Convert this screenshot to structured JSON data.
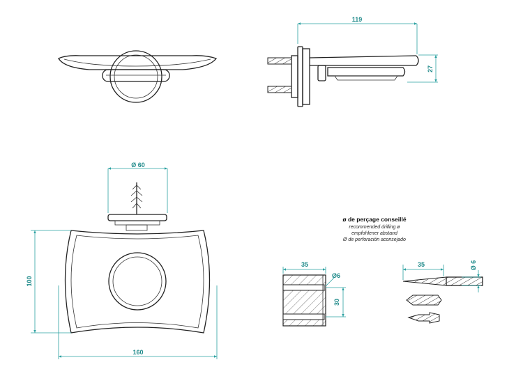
{
  "dimensions": {
    "depth": "119",
    "height_side": "27",
    "diameter": "Ø 60",
    "height_front": "100",
    "width": "160",
    "drill_depth_block": "35",
    "drill_diameter_block": "Ø6",
    "hole_spacing": "30",
    "drill_depth_bit": "35",
    "drill_diameter_bit": "Ø 6"
  },
  "drilling_note": {
    "title": "ø de perçage conseillé",
    "lines": [
      "recommended drilling ø",
      "empfohlener abstand",
      "Ø de perforación aconsejado"
    ]
  },
  "colors": {
    "dimension": "#1f8a8a",
    "part": "#222222"
  }
}
